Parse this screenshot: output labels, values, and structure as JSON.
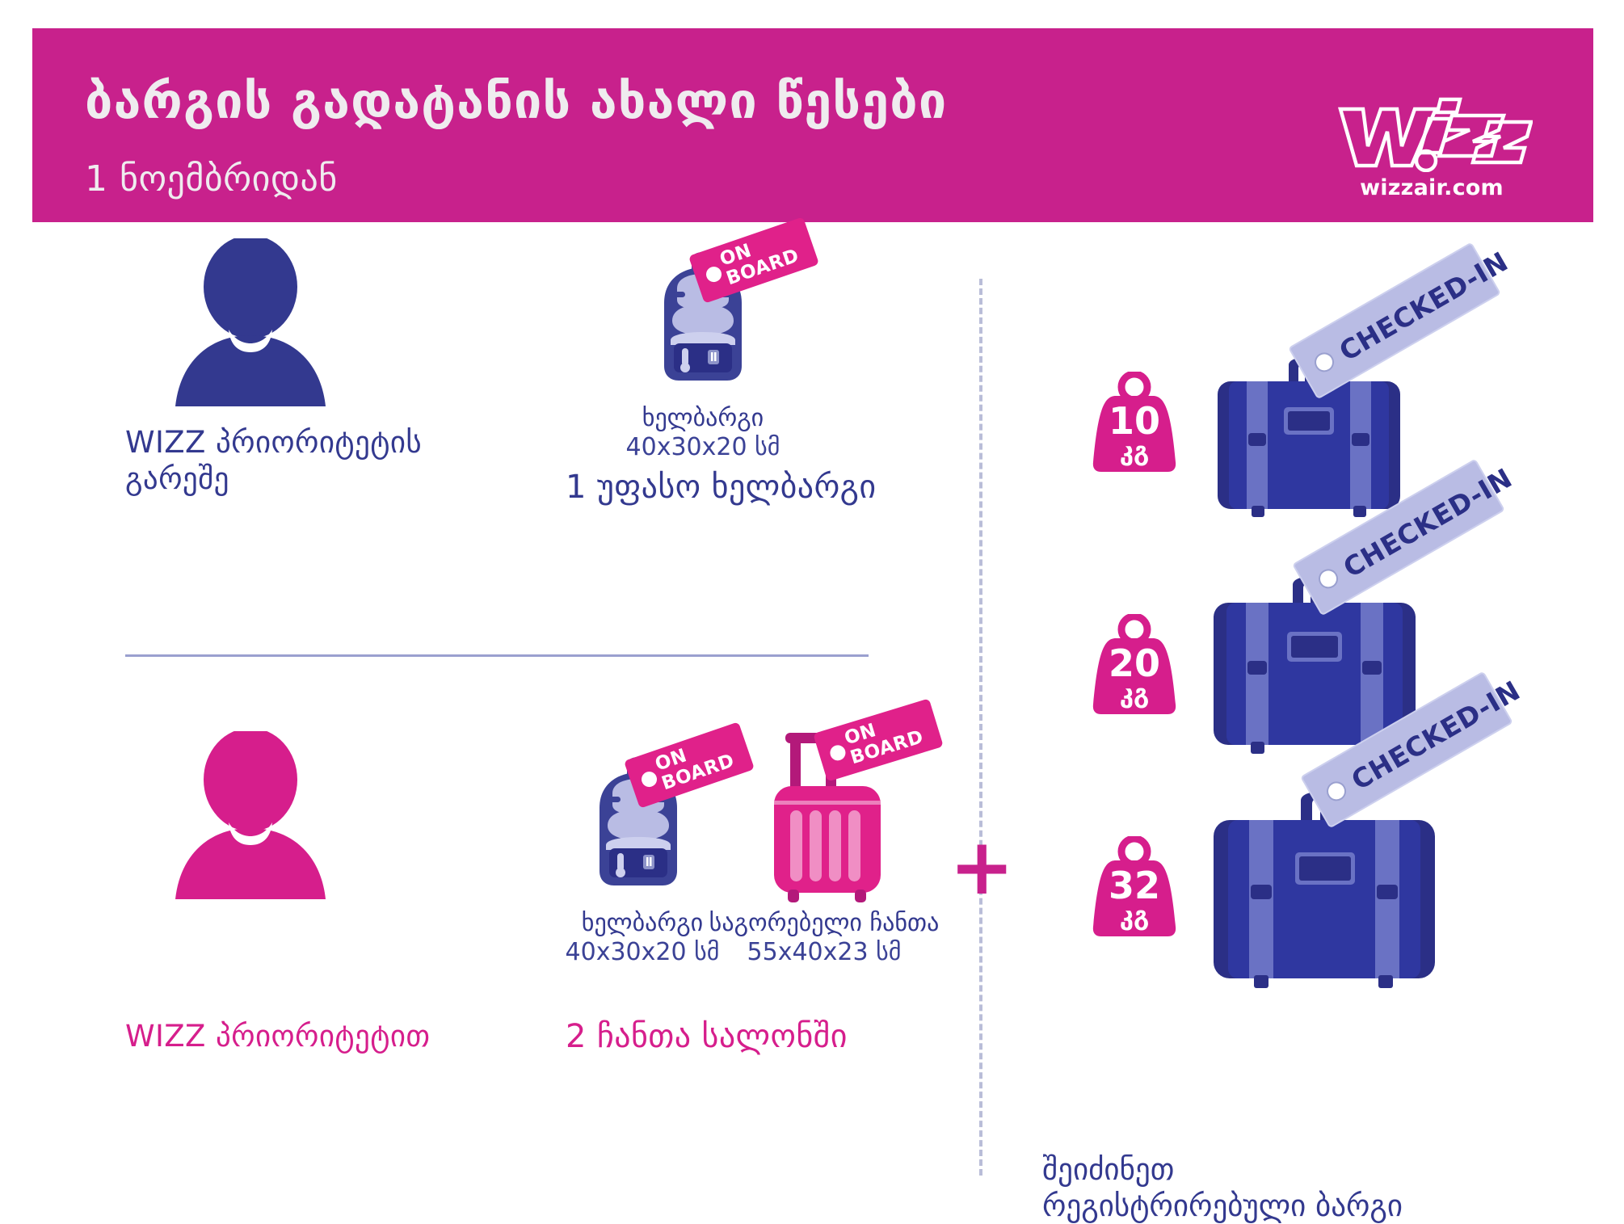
{
  "header": {
    "title": "ბარგის გადატანის ახალი წესები",
    "subtitle": "1 ნოემბრიდან",
    "logo_word": "wizz",
    "logo_url": "wizzair.com",
    "bg_color": "#c8218c"
  },
  "colors": {
    "pink": "#d61e8c",
    "header_pink": "#c8218c",
    "blue": "#33398f",
    "light_blue": "#b9bce4",
    "roller_pink": "#e0218a"
  },
  "rows": [
    {
      "id": "no-priority",
      "person_label": "WIZZ პრიორიტეტის\nგარეშე",
      "person_color": "#33398f",
      "row_title": "1 უფასო ხელბარგი",
      "row_title_color": "#33398f",
      "bags": [
        {
          "type": "backpack",
          "tag": "ON BOARD",
          "name": "ხელბარგი",
          "dimensions": "40x30x20 სმ"
        }
      ]
    },
    {
      "id": "with-priority",
      "person_label": "WIZZ პრიორიტეტით",
      "person_color": "#d61e8c",
      "row_title": "2 ჩანთა სალონში",
      "row_title_color": "#d61e8c",
      "bags": [
        {
          "type": "backpack",
          "tag": "ON BOARD",
          "name": "ხელბარგი",
          "dimensions": "40x30x20 სმ"
        },
        {
          "type": "roller",
          "tag": "ON BOARD",
          "name": "საგორებელი ჩანთა",
          "dimensions": "55x40x23 სმ"
        }
      ]
    }
  ],
  "plus_symbol": "+",
  "checked": {
    "caption": "შეიძინეთ\nრეგისტრირებული ბარგი",
    "tag_label": "CHECKED-IN",
    "unit": "კგ",
    "items": [
      {
        "weight": "10",
        "unit": "კგ",
        "tag_label": "CHECKED-IN"
      },
      {
        "weight": "20",
        "unit": "კგ",
        "tag_label": "CHECKED-IN"
      },
      {
        "weight": "32",
        "unit": "კგ",
        "tag_label": "CHECKED-IN"
      }
    ]
  }
}
